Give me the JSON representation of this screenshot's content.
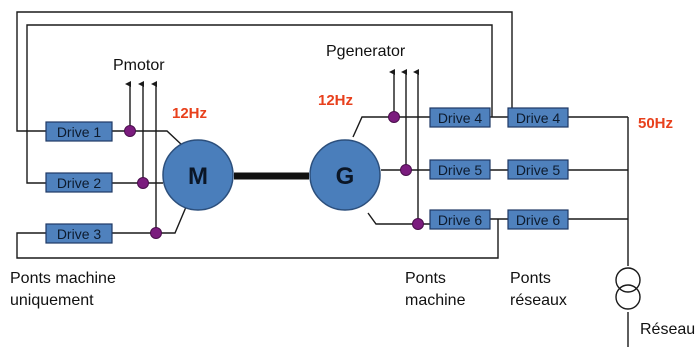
{
  "diagram": {
    "drives_left": [
      "Drive 1",
      "Drive 2",
      "Drive 3"
    ],
    "drives_machine": [
      "Drive 4",
      "Drive 5",
      "Drive 6"
    ],
    "drives_network": [
      "Drive 4",
      "Drive 5",
      "Drive 6"
    ],
    "motor_label": "M",
    "generator_label": "G",
    "pmotor_label": "Pmotor",
    "pgenerator_label": "Pgenerator",
    "freq_motor": "12Hz",
    "freq_generator": "12Hz",
    "freq_network": "50Hz",
    "caption_left_line1": "Ponts machine",
    "caption_left_line2": "uniquement",
    "caption_machine_line1": "Ponts",
    "caption_machine_line2": "machine",
    "caption_network_line1": "Ponts",
    "caption_network_line2": "réseaux",
    "grid_label": "Réseau"
  },
  "colors": {
    "drive_fill": "#4f81bd",
    "drive_stroke": "#1f3864",
    "machine_fill": "#4a7ebb",
    "junction": "#7b1c7e",
    "frequency": "#e8401c",
    "wire": "#1a1a1a"
  },
  "icons": {
    "transformer": "transformer-icon",
    "arrows": "up-arrow-icon"
  }
}
